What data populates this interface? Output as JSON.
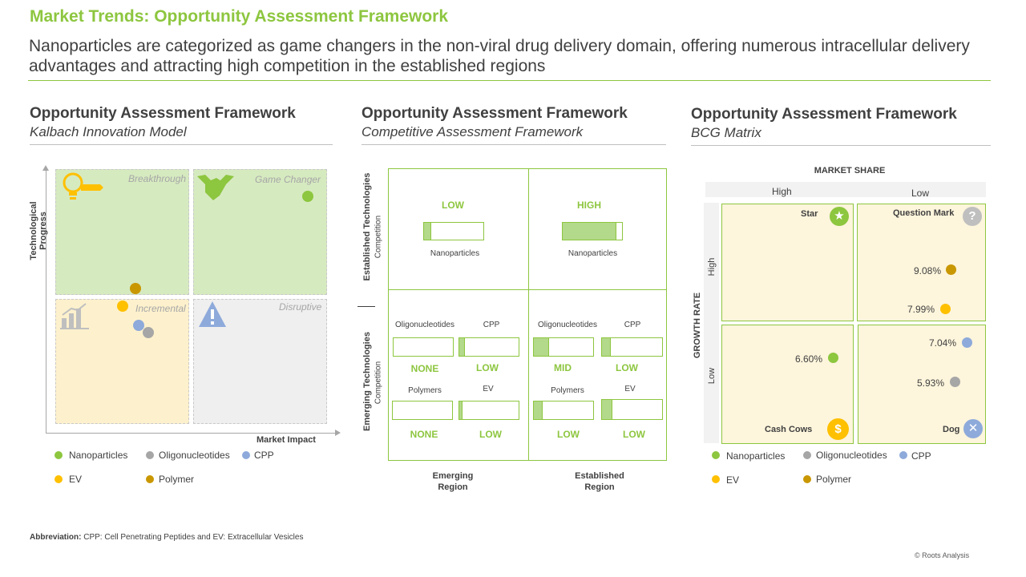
{
  "header": {
    "title": "Market Trends: Opportunity Assessment Framework",
    "subtitle": "Nanoparticles are categorized as game changers in the non-viral drug delivery domain, offering numerous intracellular delivery advantages and attracting high competition in the established regions"
  },
  "panels": {
    "kalbach": {
      "heading": "Opportunity Assessment Framework",
      "subheading": "Kalbach Innovation Model",
      "y_label": "Technological Progress",
      "x_label": "Market Impact",
      "quadrants": {
        "breakthrough": "Breakthrough",
        "game_changer": "Game Changer",
        "incremental": "Incremental",
        "disruptive": "Disruptive"
      }
    },
    "competitive": {
      "heading": "Opportunity Assessment Framework",
      "subheading": "Competitive Assessment Framework",
      "row_labels": {
        "established": "Established Technologies",
        "established_sub": "Competition",
        "emerging": "Emerging Technologies",
        "emerging_sub": "Competition"
      },
      "col_labels": {
        "emerging_region": "Emerging\nRegion",
        "established_region": "Established\nRegion"
      },
      "established_row": [
        {
          "level": "LOW",
          "tech": "Nanoparticles",
          "fill": 0.1
        },
        {
          "level": "HIGH",
          "tech": "Nanoparticles",
          "fill": 0.9
        }
      ],
      "emerging_row": {
        "emerging_region": [
          {
            "tech": "Oligonucleotides",
            "level": "NONE",
            "fill": 0
          },
          {
            "tech": "CPP",
            "level": "LOW",
            "fill": 0.1
          },
          {
            "tech": "Polymers",
            "level": "NONE",
            "fill": 0
          },
          {
            "tech": "EV",
            "level": "LOW",
            "fill": 0.05
          }
        ],
        "established_region": [
          {
            "tech": "Oligonucleotides",
            "level": "MID",
            "fill": 0.25
          },
          {
            "tech": "CPP",
            "level": "LOW",
            "fill": 0.12
          },
          {
            "tech": "Polymers",
            "level": "LOW",
            "fill": 0.12
          },
          {
            "tech": "EV",
            "level": "LOW",
            "fill": 0.12
          }
        ]
      }
    },
    "bcg": {
      "heading": "Opportunity Assessment Framework",
      "subheading": "BCG Matrix",
      "market_share": "MARKET SHARE",
      "share_high": "High",
      "share_low": "Low",
      "growth_rate": "GROWTH RATE",
      "growth_high": "High",
      "growth_low": "Low",
      "quadrants": {
        "star": "Star",
        "question_mark": "Question Mark",
        "cash_cows": "Cash Cows",
        "dog": "Dog"
      },
      "values": {
        "polymer": "9.08%",
        "ev": "7.99%",
        "cpp": "7.04%",
        "nanoparticles": "6.60%",
        "oligonucleotides": "5.93%"
      }
    }
  },
  "legend": {
    "nanoparticles": "Nanoparticles",
    "oligonucleotides": "Oligonucleotides",
    "cpp": "CPP",
    "ev": "EV",
    "polymer": "Polymer"
  },
  "colors": {
    "nanoparticles": "#8dc63f",
    "oligonucleotides": "#a6a6a6",
    "cpp": "#8eaadb",
    "ev": "#ffc000",
    "polymer": "#c99700",
    "accent": "#8dc63f"
  },
  "footer": {
    "abbr_label": "Abbreviation:",
    "abbr_text": " CPP: Cell Penetrating Peptides and EV: Extracellular Vesicles",
    "copyright": "© Roots Analysis"
  }
}
